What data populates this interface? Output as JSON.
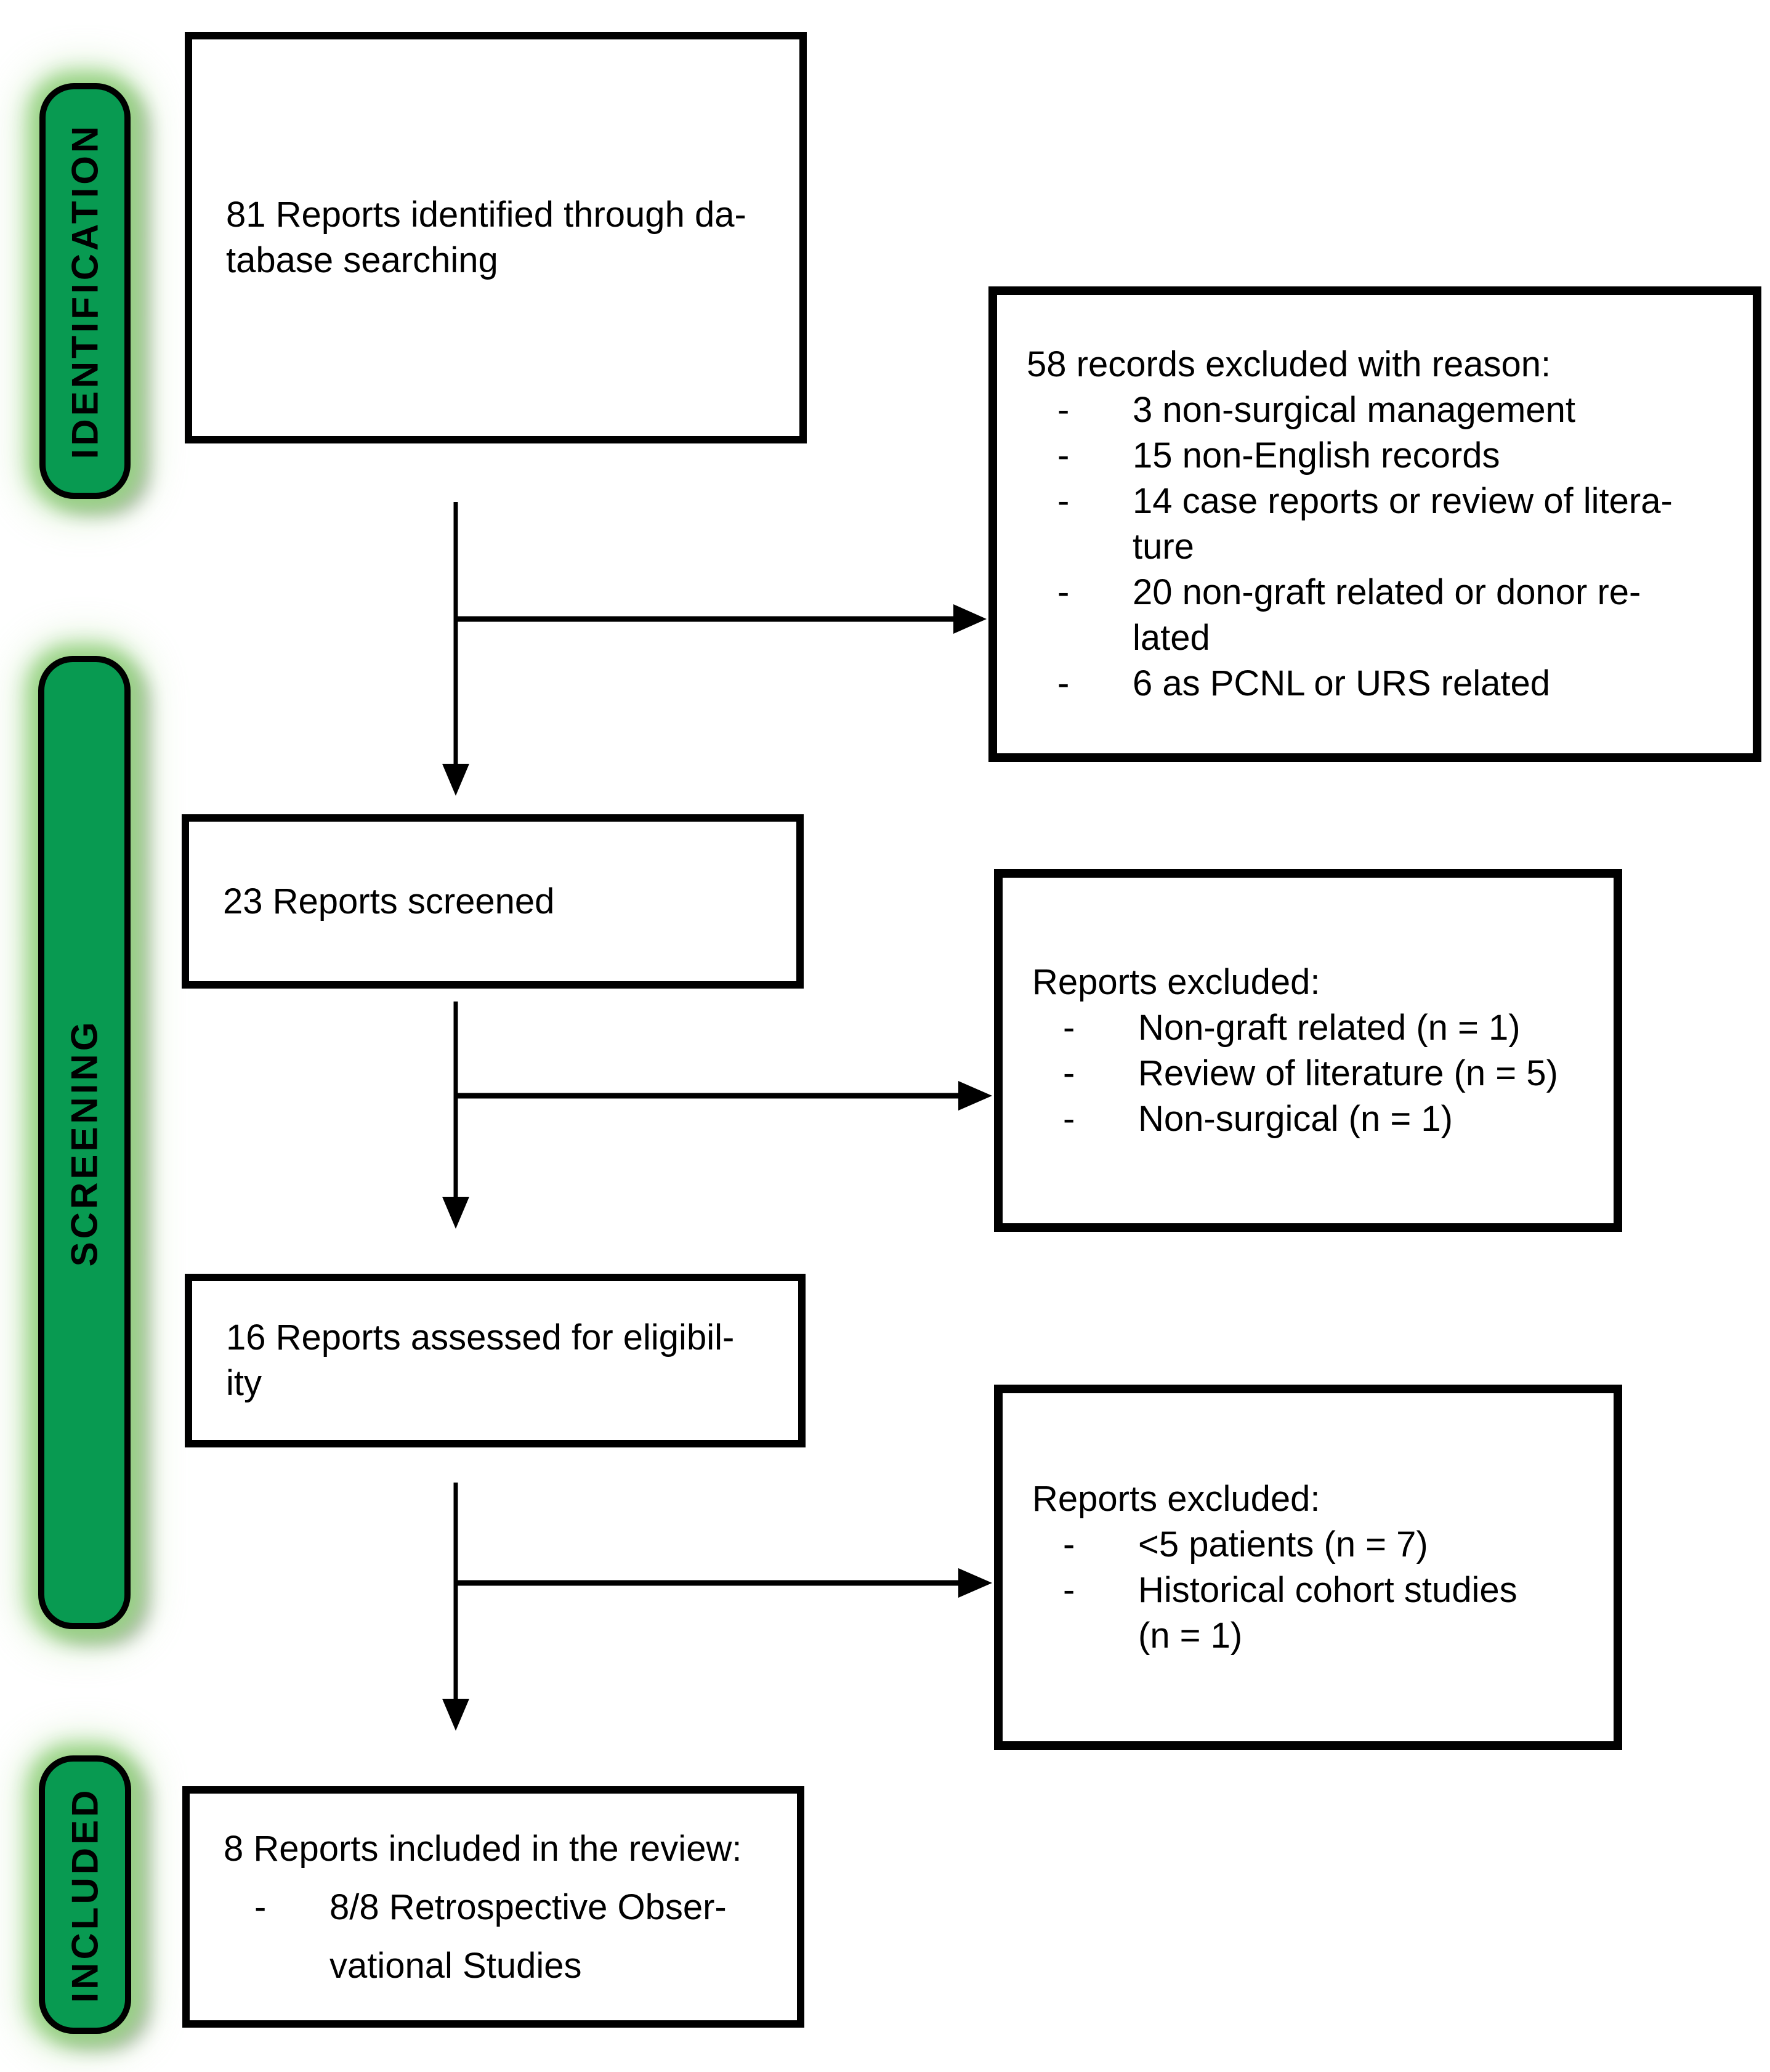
{
  "figure": {
    "kind": "prisma-flow-diagram"
  },
  "colors": {
    "stage_fill_green": "#089A51",
    "stage_glow_green": "#96D282",
    "line_and_border": "#000000",
    "background": "#FFFFFF",
    "text": "#000000"
  },
  "bullet_marker": "-",
  "stages": {
    "identification": "IDENTIFICATION",
    "screening": "SCREENING",
    "included": "INCLUDED"
  },
  "boxes": {
    "identified": {
      "lines": [
        "81 Reports identified through da-",
        "tabase searching"
      ]
    },
    "screened": {
      "lines": [
        "23 Reports screened"
      ]
    },
    "assessed": {
      "lines": [
        "16 Reports assessed for eligibil-",
        "ity"
      ]
    },
    "included": {
      "title": "8 Reports included in the review:",
      "bullets": [
        {
          "lines": [
            "8/8 Retrospective Obser-",
            "vational Studies"
          ]
        }
      ]
    },
    "excluded_identification": {
      "title": "58 records excluded with reason:",
      "bullets": [
        {
          "lines": [
            "3 non-surgical management"
          ]
        },
        {
          "lines": [
            "15 non-English records"
          ]
        },
        {
          "lines": [
            "14 case reports or review of litera-",
            "ture"
          ]
        },
        {
          "lines": [
            "20 non-graft related or donor re-",
            "lated"
          ]
        },
        {
          "lines": [
            "6 as PCNL or URS related"
          ]
        }
      ]
    },
    "excluded_screening": {
      "title": "Reports excluded:",
      "bullets": [
        {
          "lines": [
            "Non-graft related (n = 1)"
          ]
        },
        {
          "lines": [
            "Review of literature (n = 5)"
          ]
        },
        {
          "lines": [
            "Non-surgical (n = 1)"
          ]
        }
      ]
    },
    "excluded_eligibility": {
      "title": "Reports excluded:",
      "bullets": [
        {
          "lines": [
            "<5 patients (n = 7)"
          ]
        },
        {
          "lines": [
            "Historical cohort studies",
            "(n = 1)"
          ]
        }
      ]
    }
  }
}
